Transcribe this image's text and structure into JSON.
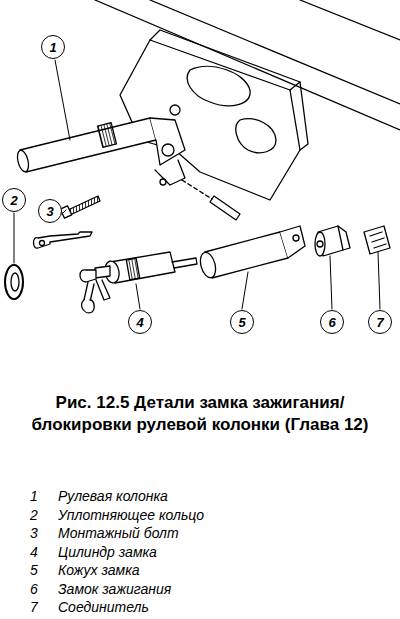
{
  "diagram": {
    "caption": "Рис. 12.5 Детали замка зажигания/ блокировки рулевой колонки (Глава 12)",
    "nodes": [
      {
        "text": [
          "1"
        ]
      },
      {
        "text": [
          "2"
        ]
      },
      {
        "text": [
          "3"
        ]
      },
      {
        "text": [
          "4"
        ]
      },
      {
        "text": [
          "5"
        ]
      },
      {
        "text": [
          "6"
        ]
      },
      {
        "text": [
          "7"
        ]
      }
    ],
    "labels": [
      "1",
      "Рулевая колонка",
      "2",
      "Уплотняющее кольцо",
      "3",
      "Монтажный болт",
      "4",
      "Цилиндр замка",
      "5",
      "Кожух замка",
      "6",
      "Замок зажигания",
      "7",
      "Соединитель"
    ]
  }
}
